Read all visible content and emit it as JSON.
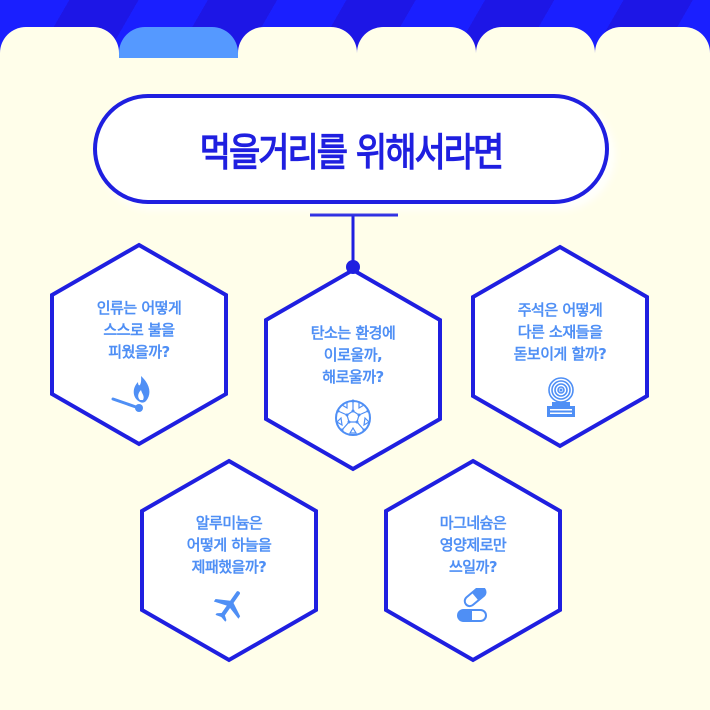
{
  "header": {
    "tabs": [
      {
        "label": "",
        "active": false
      },
      {
        "label": "",
        "active": true
      },
      {
        "label": "",
        "active": false
      },
      {
        "label": "",
        "active": false
      },
      {
        "label": "",
        "active": false
      },
      {
        "label": "",
        "active": false
      }
    ]
  },
  "title": "먹을거리를 위해서라면",
  "colors": {
    "primary": "#1f1fe0",
    "accent": "#4f8ff5",
    "background": "#fffeea",
    "active_tab": "#5599ff"
  },
  "nodes": [
    {
      "id": "fire",
      "text": "인류는 어떻게\n스스로 불을\n피웠을까?",
      "icon": "match-flame-icon"
    },
    {
      "id": "carbon",
      "text": "탄소는 환경에\n이로울까,\n해로울까?",
      "icon": "fullerene-molecule-icon"
    },
    {
      "id": "tin",
      "text": "주석은 어떻게\n다른 소재들을\n돋보이게 할까?",
      "icon": "spool-machine-icon"
    },
    {
      "id": "aluminum",
      "text": "알루미늄은\n어떻게 하늘을\n제패했을까?",
      "icon": "airplane-icon"
    },
    {
      "id": "magnesium",
      "text": "마그네슘은\n영양제로만\n쓰일까?",
      "icon": "pill-capsule-icon"
    }
  ]
}
